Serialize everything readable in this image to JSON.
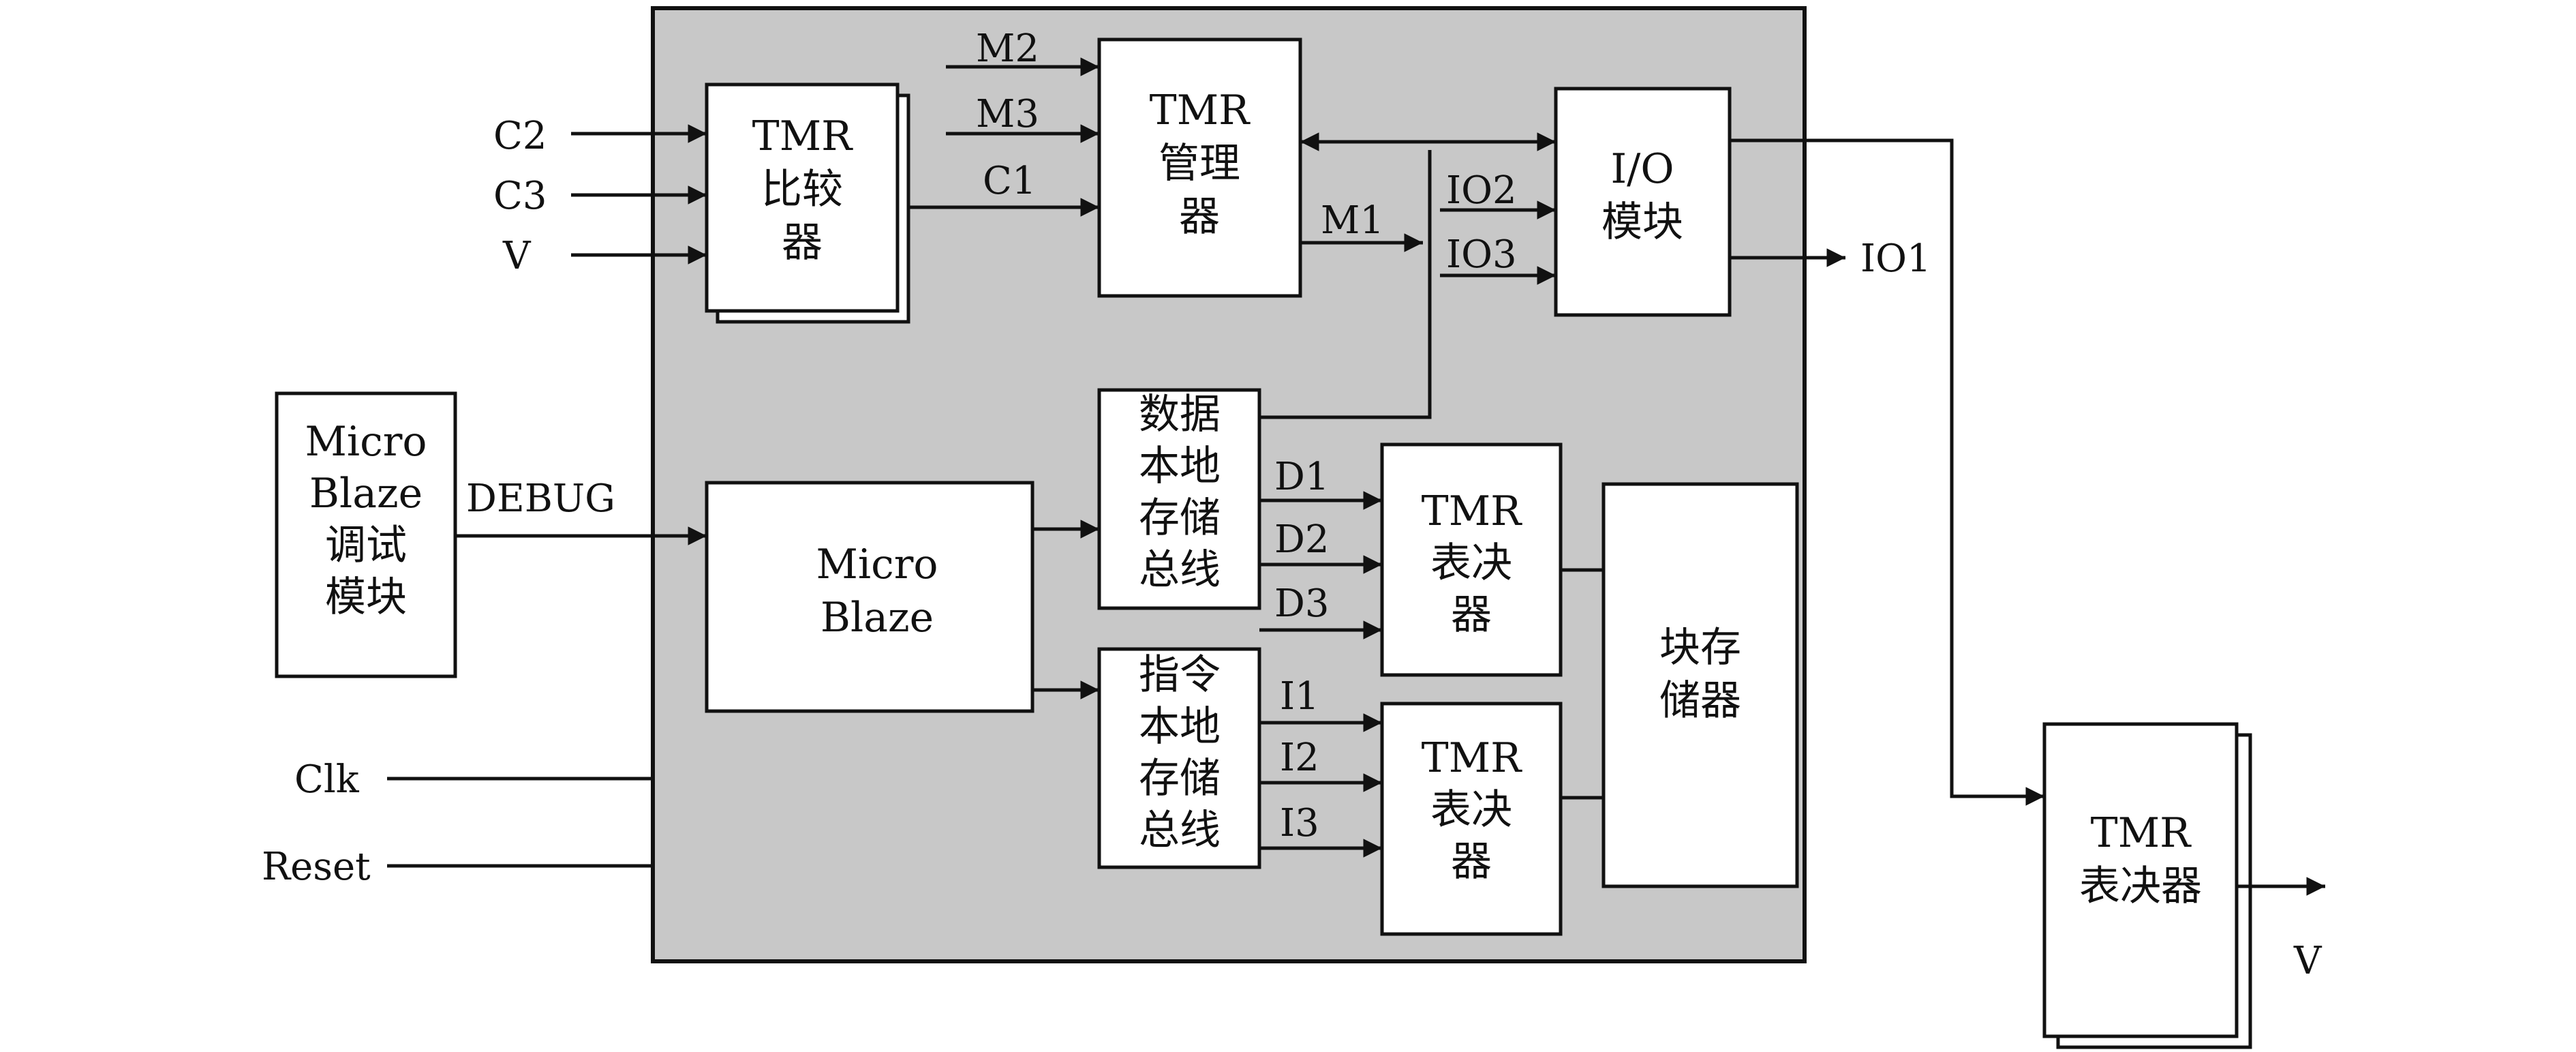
{
  "blocks": {
    "tmr_compare": [
      "TMR",
      "比较",
      "器"
    ],
    "tmr_manager": [
      "TMR",
      "管理",
      "器"
    ],
    "io_module": [
      "I/O",
      "模块"
    ],
    "debug_module": [
      "Micro",
      "Blaze",
      "调试",
      "模块"
    ],
    "microblaze": [
      "Micro",
      "Blaze"
    ],
    "data_bus": [
      "数据",
      "本地",
      "存储",
      "总线"
    ],
    "instr_bus": [
      "指令",
      "本地",
      "存储",
      "总线"
    ],
    "voter_data": [
      "TMR",
      "表决",
      "器"
    ],
    "voter_instr": [
      "TMR",
      "表决",
      "器"
    ],
    "block_ram": [
      "块存",
      "储器"
    ],
    "voter_out": [
      "TMR",
      "表决器"
    ]
  },
  "signals": {
    "c2": "C2",
    "c3": "C3",
    "v_in": "V",
    "m2": "M2",
    "m3": "M3",
    "c1": "C1",
    "m1": "M1",
    "io2": "IO2",
    "io3": "IO3",
    "io1": "IO1",
    "debug": "DEBUG",
    "d1": "D1",
    "d2": "D2",
    "d3": "D3",
    "i1": "I1",
    "i2": "I2",
    "i3": "I3",
    "clk": "Clk",
    "reset": "Reset",
    "v_out": "V"
  },
  "colors": {
    "background": "#c8c8c8",
    "line": "#111111",
    "box": "#ffffff"
  }
}
